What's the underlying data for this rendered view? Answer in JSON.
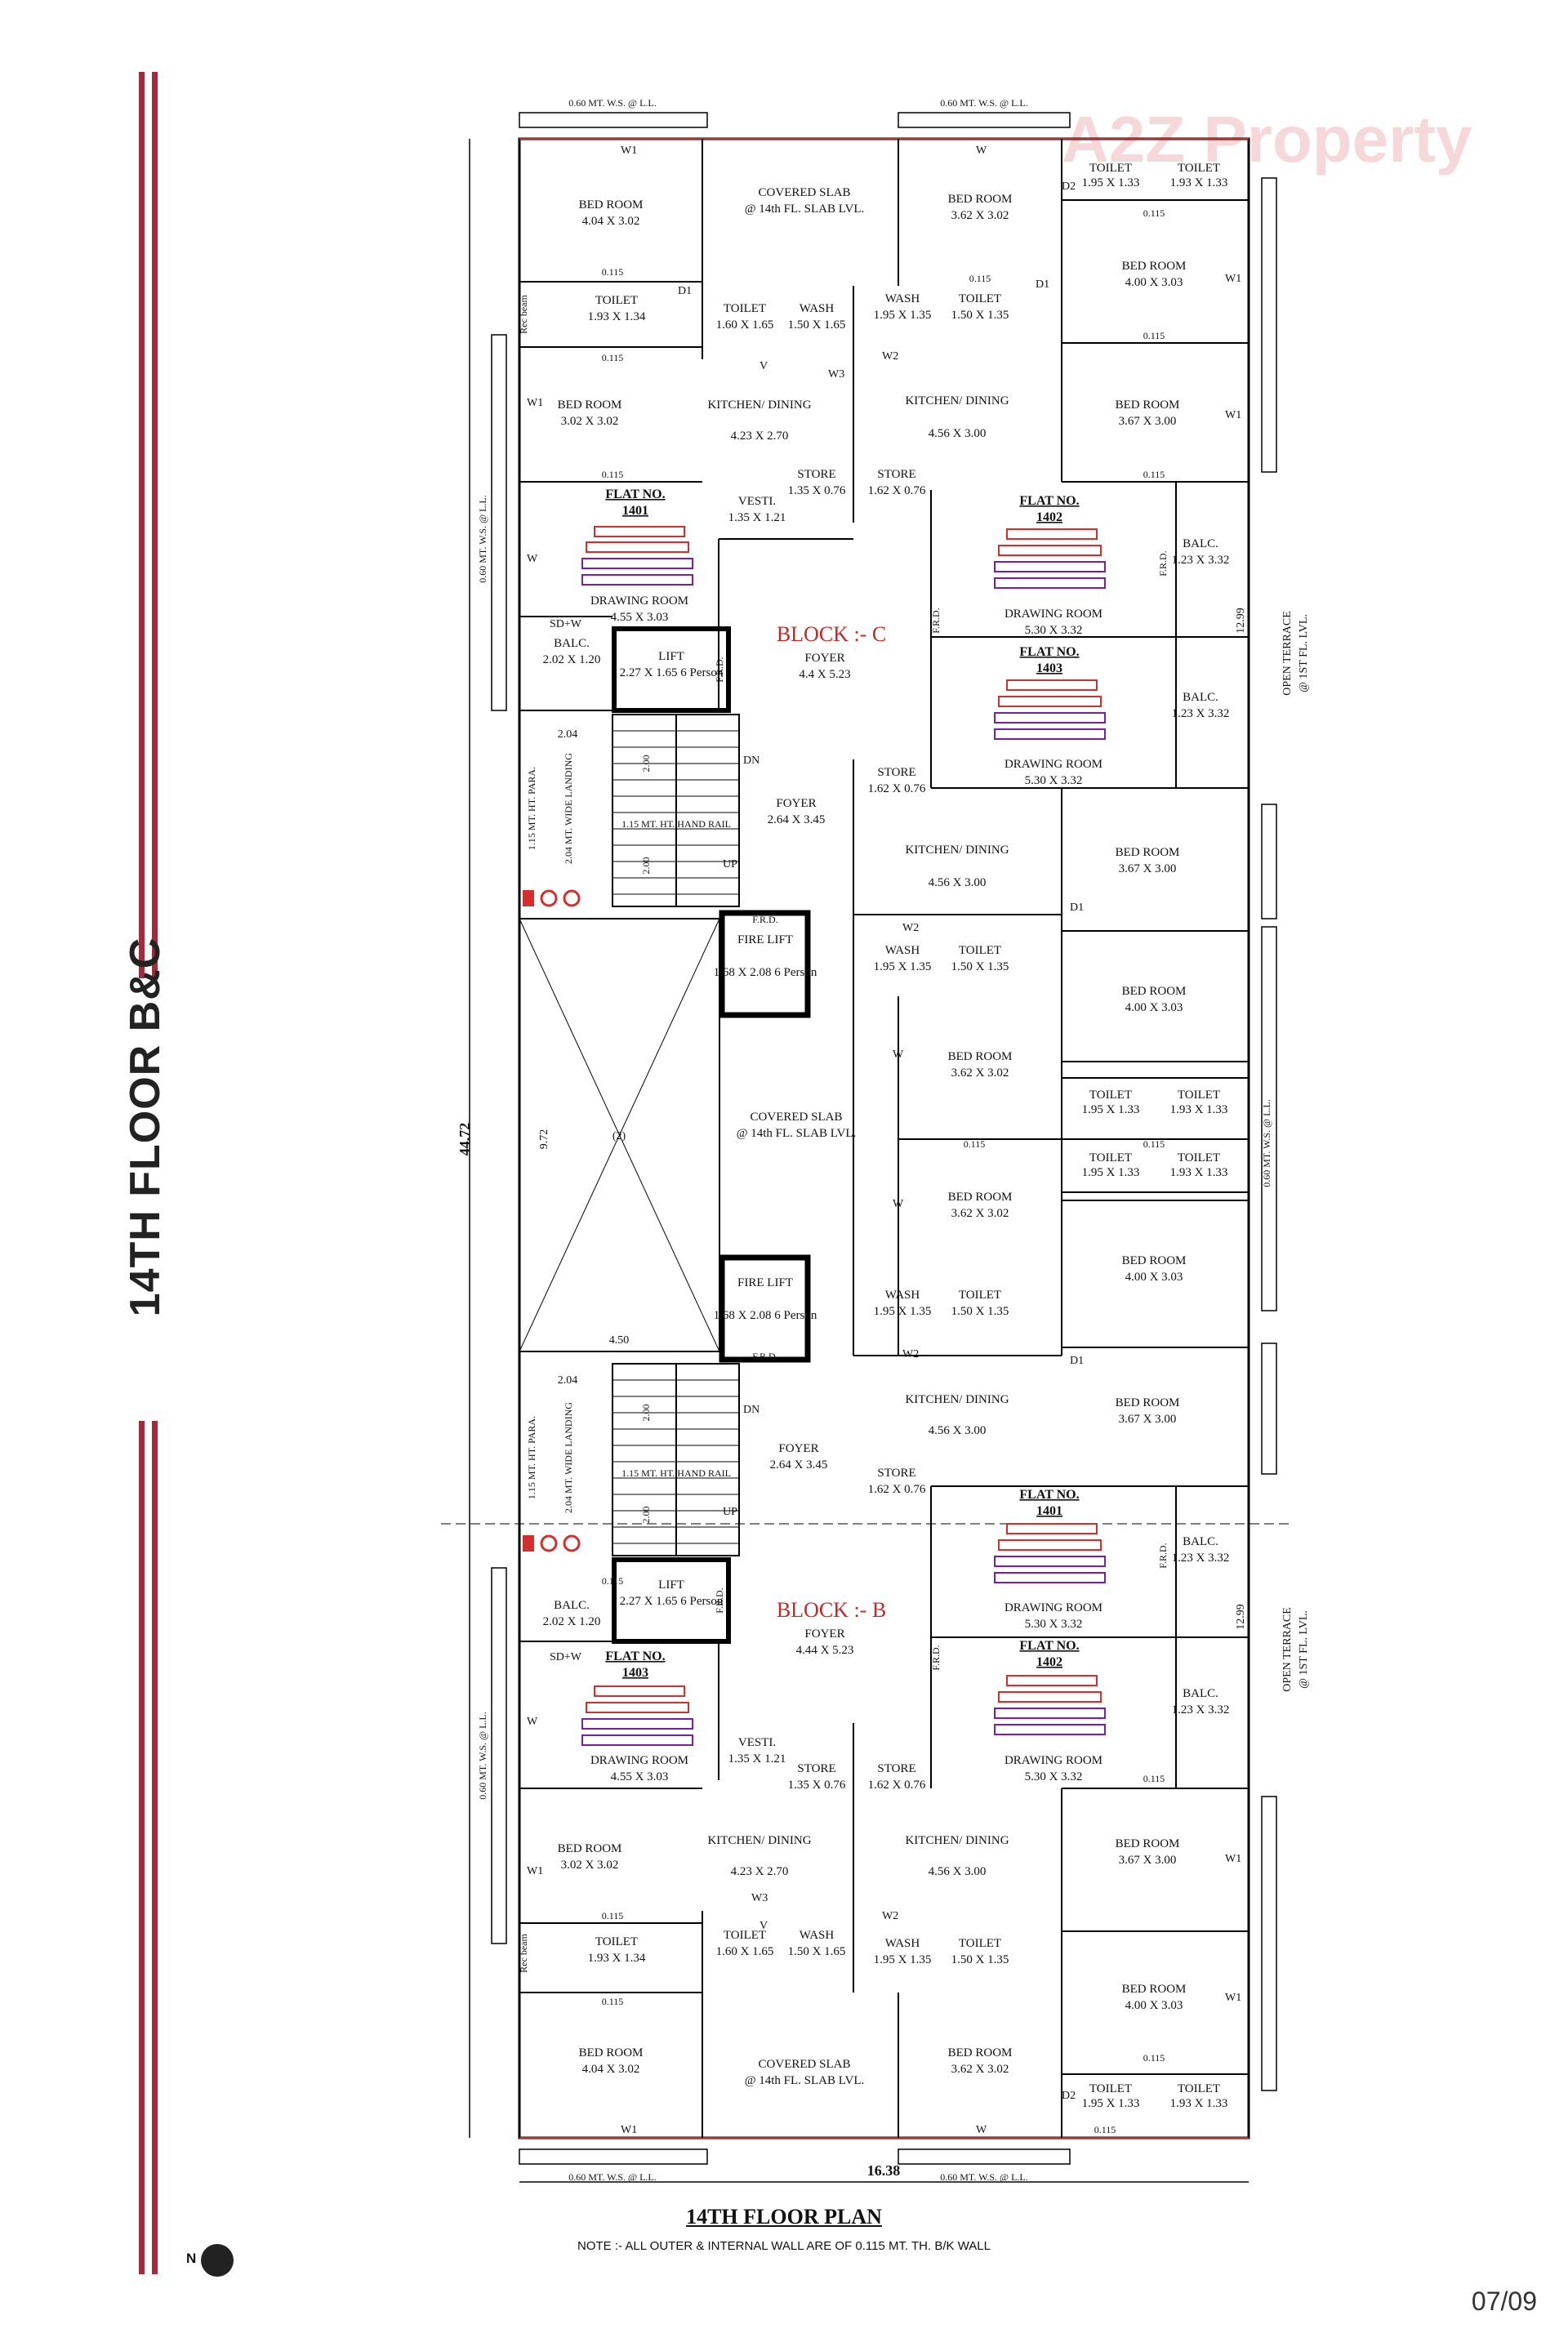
{
  "page": {
    "side_title": "14TH FLOOR B&C",
    "plan_title": "14TH FLOOR PLAN",
    "note": "NOTE :- ALL OUTER & INTERNAL WALL ARE OF 0.115 MT. TH. B/K WALL",
    "page_number": "07/09",
    "north_label": "N",
    "watermark": "A2Z Property",
    "accent_color": "#9b2f3f",
    "block_label_color": "#c62828"
  },
  "dimensions": {
    "overall_length": "44.72",
    "overall_width": "16.38",
    "void_length": "9.72",
    "void_width": "4.50",
    "landing_width": "2.04",
    "terrace_dim": "12.99",
    "stair_tread": "2.00"
  },
  "block_c": {
    "label": "BLOCK :- C",
    "flats": [
      "1401",
      "1402",
      "1403"
    ],
    "flat_prefix": "FLAT NO.",
    "rooms": [
      {
        "id": "c-bed-1",
        "name": "BED ROOM",
        "dim": "4.04 X 3.02"
      },
      {
        "id": "c-covered",
        "name": "COVERED SLAB",
        "dim": "@ 14th FL. SLAB LVL."
      },
      {
        "id": "c-bed-2",
        "name": "BED ROOM",
        "dim": "3.62 X 3.02"
      },
      {
        "id": "c-toilet-1",
        "name": "TOILET",
        "dim": "1.93 X 1.34"
      },
      {
        "id": "c-toilet-2",
        "name": "TOILET",
        "dim": "1.60 X 1.65"
      },
      {
        "id": "c-wash-1",
        "name": "WASH",
        "dim": "1.50 X 1.65"
      },
      {
        "id": "c-wash-2",
        "name": "WASH",
        "dim": "1.95 X 1.35"
      },
      {
        "id": "c-toilet-3",
        "name": "TOILET",
        "dim": "1.50 X 1.35"
      },
      {
        "id": "c-bed-3",
        "name": "BED ROOM",
        "dim": "3.02 X 3.02"
      },
      {
        "id": "c-kitchen-1",
        "name": "KITCHEN/ DINING",
        "dim": "4.23 X 2.70"
      },
      {
        "id": "c-kitchen-2",
        "name": "KITCHEN/ DINING",
        "dim": "4.56 X 3.00"
      },
      {
        "id": "c-store-1",
        "name": "STORE",
        "dim": "1.35 X 0.76"
      },
      {
        "id": "c-store-2",
        "name": "STORE",
        "dim": "1.62 X 0.76"
      },
      {
        "id": "c-vestl",
        "name": "VESTI.",
        "dim": "1.35 X 1.21"
      },
      {
        "id": "c-drawing-1",
        "name": "DRAWING ROOM",
        "dim": "4.55 X 3.03"
      },
      {
        "id": "c-drawing-2",
        "name": "DRAWING ROOM",
        "dim": "5.30 X 3.32"
      },
      {
        "id": "c-drawing-3",
        "name": "DRAWING ROOM",
        "dim": "5.30 X 3.32"
      },
      {
        "id": "c-balc-1",
        "name": "BALC.",
        "dim": "2.02 X 1.20"
      },
      {
        "id": "c-lift",
        "name": "LIFT",
        "dim": "2.27 X 1.65 6 Person"
      },
      {
        "id": "c-foyer-1",
        "name": "FOYER",
        "dim": "4.4 X 5.23"
      },
      {
        "id": "c-foyer-2",
        "name": "FOYER",
        "dim": "2.64 X 3.45"
      },
      {
        "id": "c-store-3",
        "name": "STORE",
        "dim": "1.62 X 0.76"
      },
      {
        "id": "c-kitchen-3",
        "name": "KITCHEN/ DINING",
        "dim": "4.56 X 3.00"
      },
      {
        "id": "c-toilet-r1",
        "name": "TOILET",
        "dim": "1.95 X 1.33"
      },
      {
        "id": "c-toilet-r2",
        "name": "TOILET",
        "dim": "1.93 X 1.33"
      },
      {
        "id": "c-bed-r1",
        "name": "BED ROOM",
        "dim": "4.00 X 3.03"
      },
      {
        "id": "c-bed-r2",
        "name": "BED ROOM",
        "dim": "3.67 X 3.00"
      },
      {
        "id": "c-balc-r1",
        "name": "BALC.",
        "dim": "1.23 X 3.32"
      },
      {
        "id": "c-balc-r2",
        "name": "BALC.",
        "dim": "1.23 X 3.32"
      },
      {
        "id": "c-bed-r3",
        "name": "BED ROOM",
        "dim": "3.67 X 3.00"
      }
    ]
  },
  "middle": {
    "fire_lift": "FIRE LIFT",
    "fire_lift_dim": "1.68 X 2.08 6 Person",
    "covered": "COVERED SLAB",
    "covered_dim": "@ 14th FL. SLAB LVL.",
    "rooms": [
      {
        "id": "m-wash-1",
        "name": "WASH",
        "dim": "1.95 X 1.35"
      },
      {
        "id": "m-toilet-1",
        "name": "TOILET",
        "dim": "1.50 X 1.35"
      },
      {
        "id": "m-bed-1",
        "name": "BED ROOM",
        "dim": "4.00 X 3.03"
      },
      {
        "id": "m-bed-2",
        "name": "BED ROOM",
        "dim": "3.62 X 3.02"
      },
      {
        "id": "m-toilet-2",
        "name": "TOILET",
        "dim": "1.95 X 1.33"
      },
      {
        "id": "m-toilet-3",
        "name": "TOILET",
        "dim": "1.93 X 1.33"
      },
      {
        "id": "m-toilet-4",
        "name": "TOILET",
        "dim": "1.95 X 1.33"
      },
      {
        "id": "m-toilet-5",
        "name": "TOILET",
        "dim": "1.93 X 1.33"
      },
      {
        "id": "m-bed-3",
        "name": "BED ROOM",
        "dim": "3.62 X 3.02"
      },
      {
        "id": "m-bed-4",
        "name": "BED ROOM",
        "dim": "4.00 X 3.03"
      },
      {
        "id": "m-wash-2",
        "name": "WASH",
        "dim": "1.95 X 1.35"
      },
      {
        "id": "m-toilet-6",
        "name": "TOILET",
        "dim": "1.50 X 1.35"
      }
    ]
  },
  "block_b": {
    "label": "BLOCK :- B",
    "flats": [
      "1401",
      "1402",
      "1403"
    ],
    "flat_prefix": "FLAT NO.",
    "rooms": [
      {
        "id": "b-kitchen-1",
        "name": "KITCHEN/ DINING",
        "dim": "4.56 X 3.00"
      },
      {
        "id": "b-bed-1",
        "name": "BED ROOM",
        "dim": "3.67 X 3.00"
      },
      {
        "id": "b-foyer-2",
        "name": "FOYER",
        "dim": "2.64 X 3.45"
      },
      {
        "id": "b-store-1",
        "name": "STORE",
        "dim": "1.62 X 0.76"
      },
      {
        "id": "b-drawing-1",
        "name": "DRAWING ROOM",
        "dim": "5.30 X 3.32"
      },
      {
        "id": "b-balc-1",
        "name": "BALC.",
        "dim": "1.23 X 3.32"
      },
      {
        "id": "b-lift",
        "name": "LIFT",
        "dim": "2.27 X 1.65 6 Person"
      },
      {
        "id": "b-balc-2",
        "name": "BALC.",
        "dim": "2.02 X 1.20"
      },
      {
        "id": "b-foyer-1",
        "name": "FOYER",
        "dim": "4.44 X 5.23"
      },
      {
        "id": "b-drawing-2",
        "name": "DRAWING ROOM",
        "dim": "5.30 X 3.32"
      },
      {
        "id": "b-balc-3",
        "name": "BALC.",
        "dim": "1.23 X 3.32"
      },
      {
        "id": "b-drawing-3",
        "name": "DRAWING ROOM",
        "dim": "4.55 X 3.03"
      },
      {
        "id": "b-vestl",
        "name": "VESTI.",
        "dim": "1.35 X 1.21"
      },
      {
        "id": "b-store-2",
        "name": "STORE",
        "dim": "1.35 X 0.76"
      },
      {
        "id": "b-store-3",
        "name": "STORE",
        "dim": "1.62 X 0.76"
      },
      {
        "id": "b-bed-2",
        "name": "BED ROOM",
        "dim": "3.02 X 3.02"
      },
      {
        "id": "b-kitchen-2",
        "name": "KITCHEN/ DINING",
        "dim": "4.23 X 2.70"
      },
      {
        "id": "b-kitchen-3",
        "name": "KITCHEN/ DINING",
        "dim": "4.56 X 3.00"
      },
      {
        "id": "b-bed-3",
        "name": "BED ROOM",
        "dim": "3.67 X 3.00"
      },
      {
        "id": "b-toilet-1",
        "name": "TOILET",
        "dim": "1.93 X 1.34"
      },
      {
        "id": "b-toilet-2",
        "name": "TOILET",
        "dim": "1.60 X 1.65"
      },
      {
        "id": "b-wash-1",
        "name": "WASH",
        "dim": "1.50 X 1.65"
      },
      {
        "id": "b-wash-2",
        "name": "WASH",
        "dim": "1.95 X 1.35"
      },
      {
        "id": "b-toilet-3",
        "name": "TOILET",
        "dim": "1.50 X 1.35"
      },
      {
        "id": "b-bed-4",
        "name": "BED ROOM",
        "dim": "4.00 X 3.03"
      },
      {
        "id": "b-bed-5",
        "name": "BED ROOM",
        "dim": "4.04 X 3.02"
      },
      {
        "id": "b-covered",
        "name": "COVERED SLAB",
        "dim": "@ 14th FL. SLAB LVL."
      },
      {
        "id": "b-bed-6",
        "name": "BED ROOM",
        "dim": "3.62 X 3.02"
      },
      {
        "id": "b-toilet-r1",
        "name": "TOILET",
        "dim": "1.95 X 1.33"
      },
      {
        "id": "b-toilet-r2",
        "name": "TOILET",
        "dim": "1.93 X 1.33"
      }
    ]
  },
  "labels": {
    "ws_ll": "0.60 MT. W.S. @ L.L.",
    "wall_thk": "0.115",
    "open_terrace": "OPEN TERRACE",
    "terrace_level": "@ 1ST FL. LVL.",
    "landing": "2.04 MT. WIDE LANDING",
    "para": "1.15 MT. HT. PARA.",
    "hand_rail": "1.15 MT. HT. HAND RAIL",
    "dn": "DN",
    "up": "UP",
    "frd": "F.R.D.",
    "sdw": "SD+W",
    "void_marker": "(2)",
    "rec_beam": "Rec beam",
    "w": "W",
    "w1": "W1",
    "w2": "W2",
    "w3": "W3",
    "d1": "D1",
    "d2": "D2",
    "v": "V"
  }
}
